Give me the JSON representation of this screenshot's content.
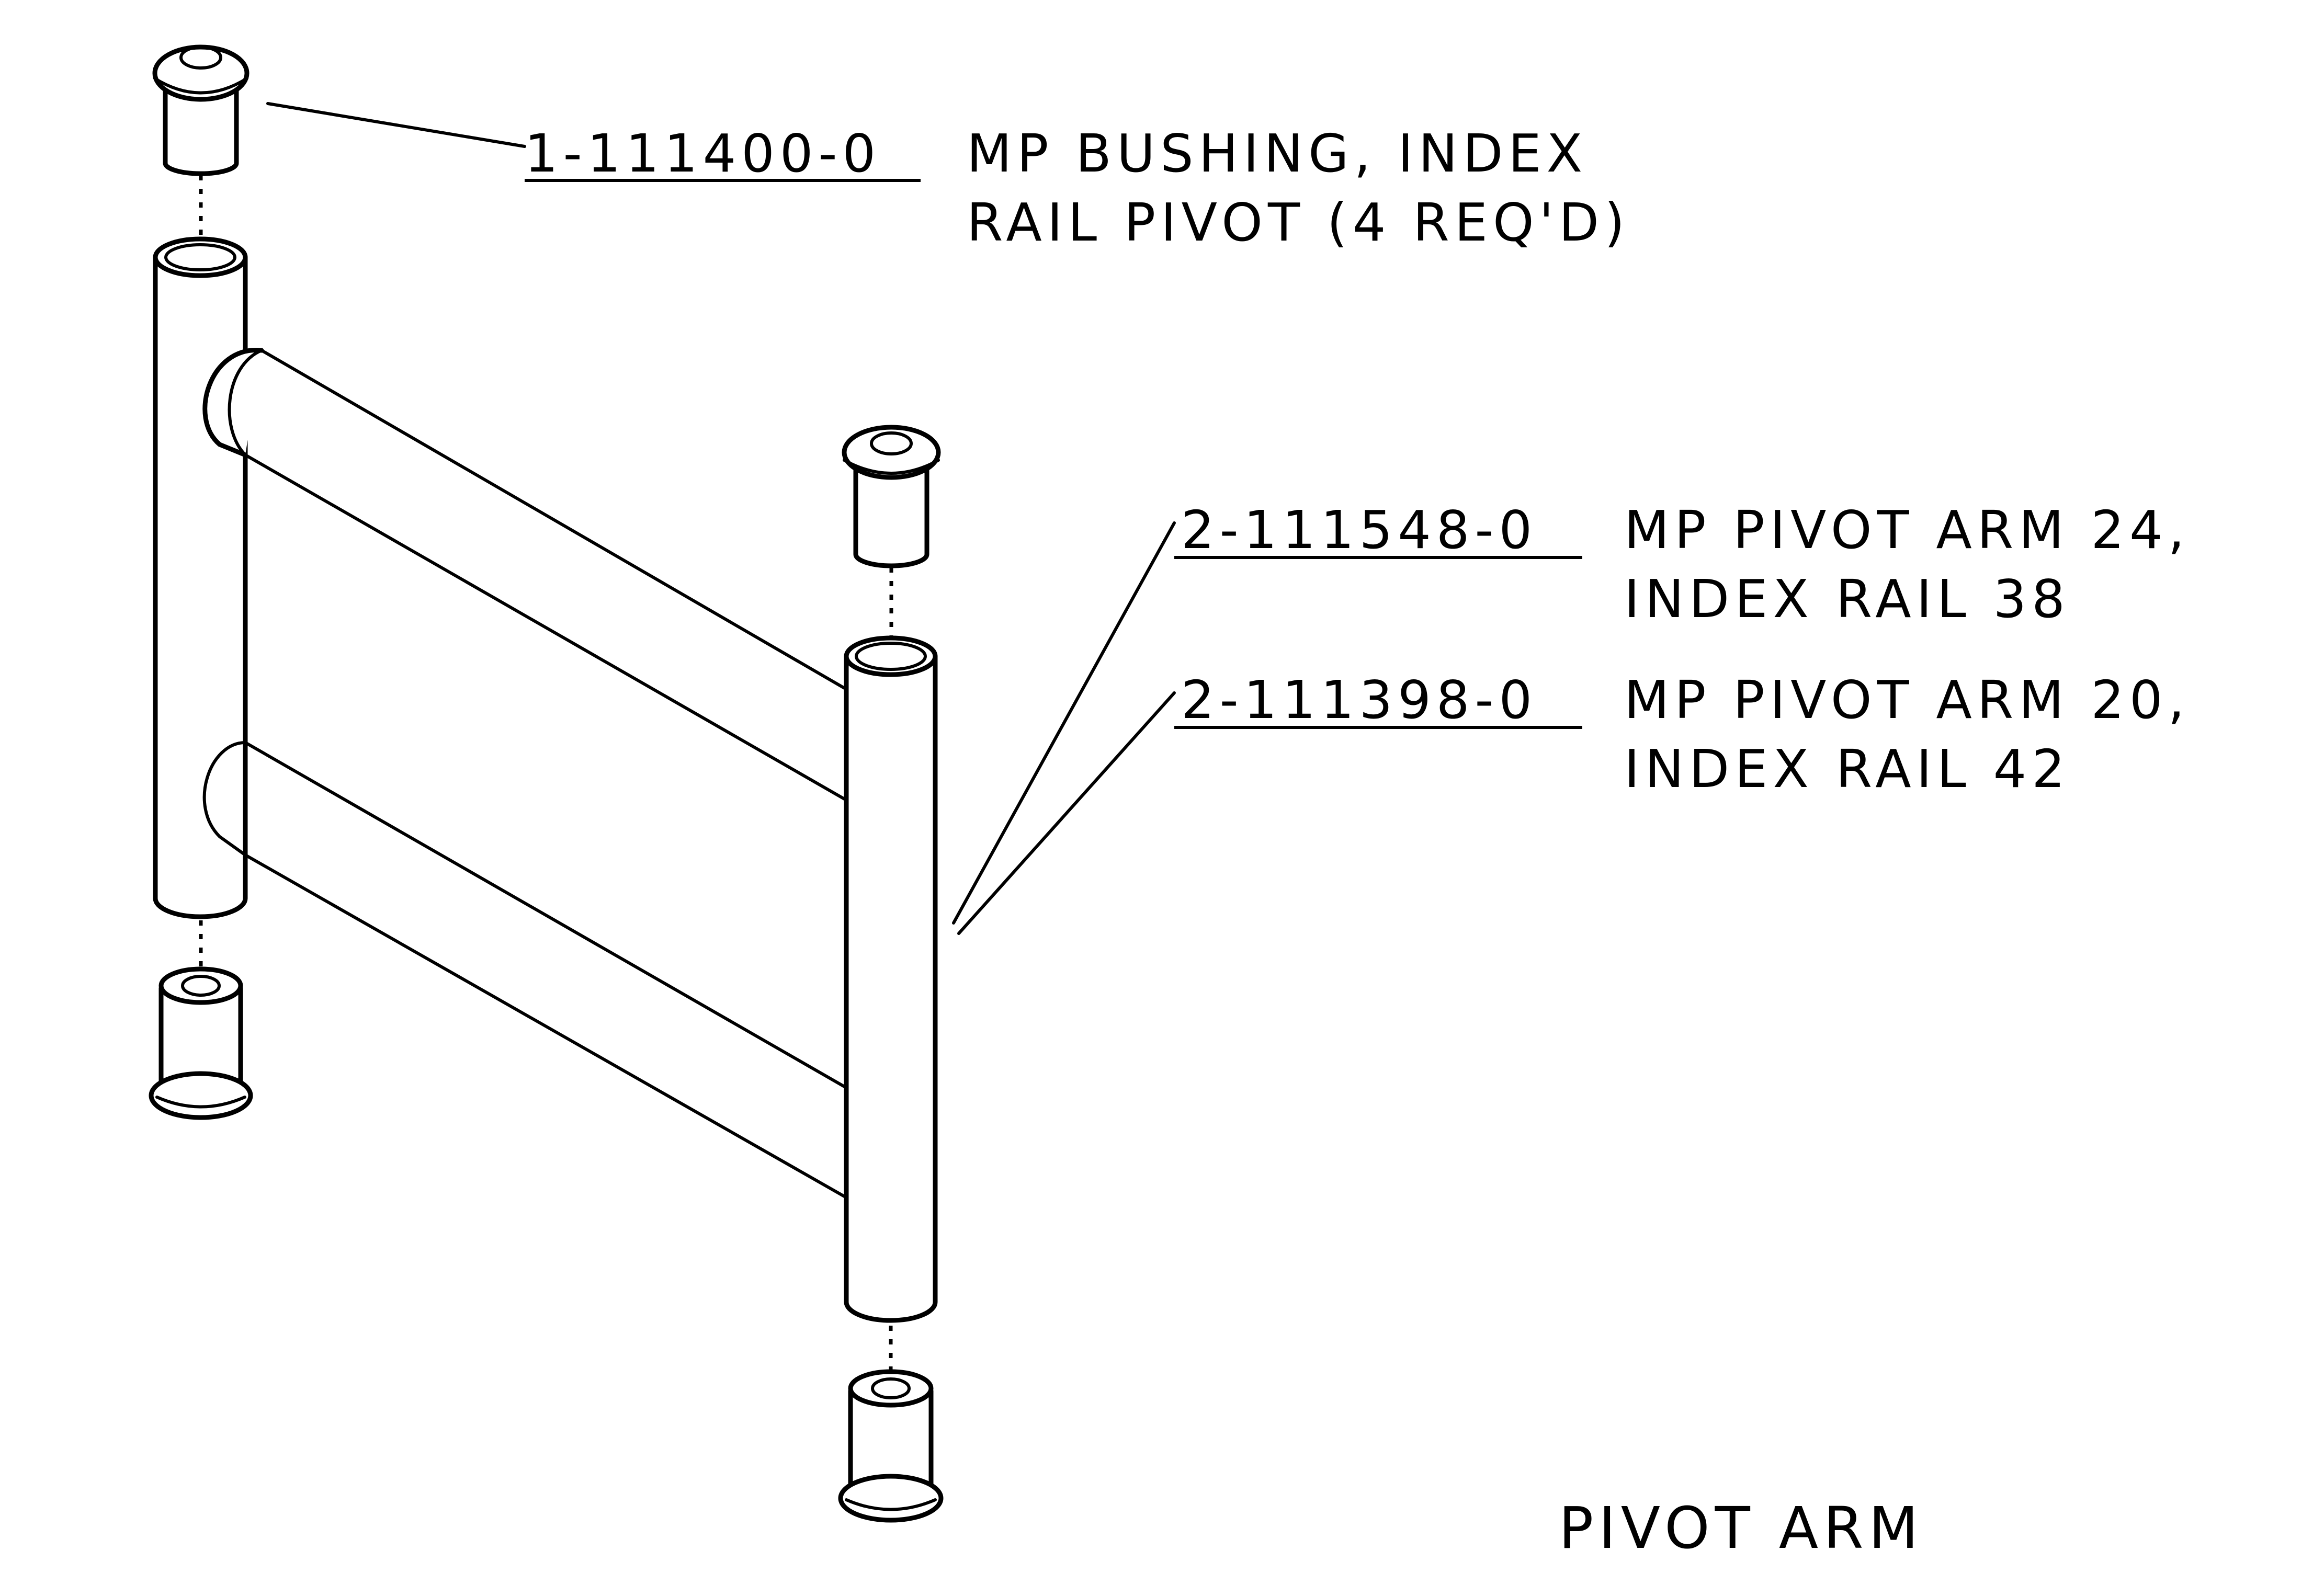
{
  "title": "PIVOT ARM",
  "callouts": [
    {
      "part_number": "1-111400-0",
      "line1": "MP BUSHING, INDEX",
      "line2": "RAIL PIVOT (4 REQ'D)"
    },
    {
      "part_number": "2-111548-0",
      "line1": "MP PIVOT ARM 24,",
      "line2": "INDEX RAIL 38"
    },
    {
      "part_number": "2-111398-0",
      "line1": "MP PIVOT ARM 20,",
      "line2": "INDEX RAIL 42"
    }
  ],
  "colors": {
    "ink": "#000000",
    "paper": "#ffffff"
  }
}
